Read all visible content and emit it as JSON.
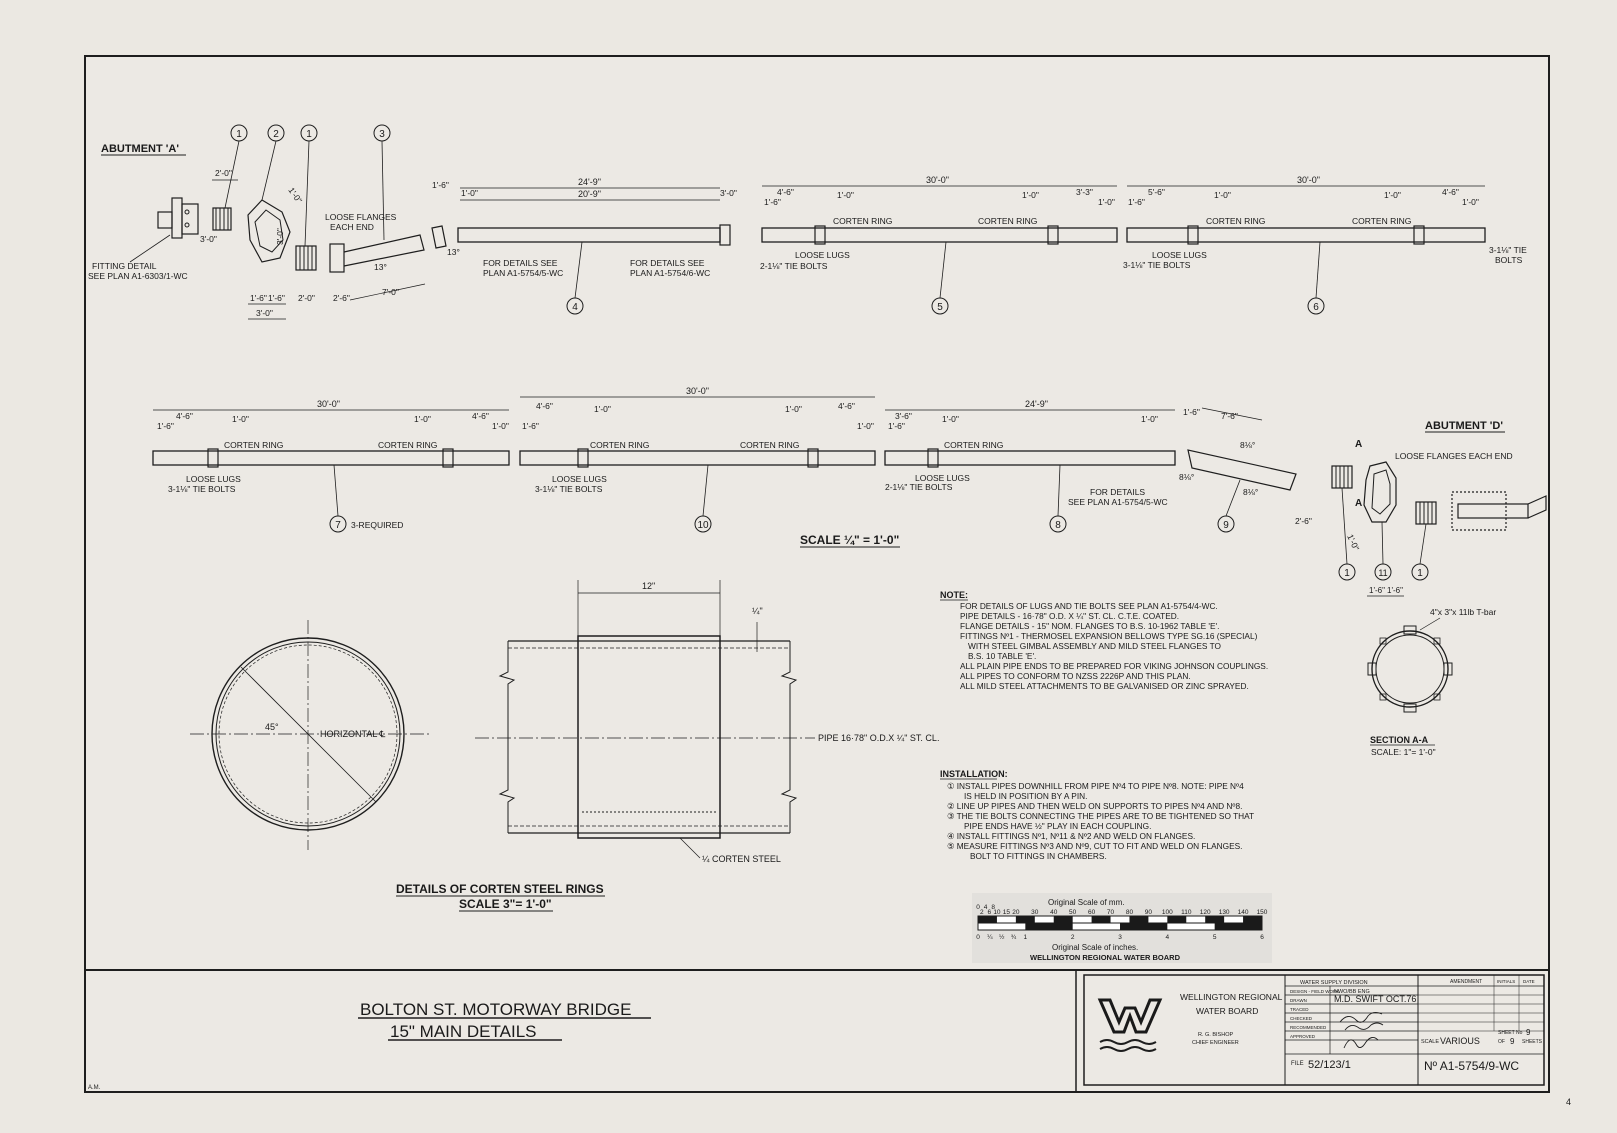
{
  "top_run": {
    "abutment_label": "ABUTMENT 'A'",
    "fitting_note_1": "FITTING DETAIL",
    "fitting_note_2": "SEE PLAN A1-6303/1-WC",
    "loose_flanges_1": "LOOSE FLANGES",
    "loose_flanges_2": "EACH END",
    "callouts": [
      "1",
      "2",
      "1",
      "3"
    ],
    "dims": [
      "2'-0\"",
      "1'-0\"",
      "3'-0\"",
      "3'-0\"",
      "1'-6\"",
      "1'-6\"",
      "3'-0\"",
      "2'-0\"",
      "2'-6\"",
      "7'-0\"",
      "13°",
      "13°",
      "1'-6\""
    ],
    "pipe4": {
      "len": "24'-9\"",
      "inner": "20'-9\"",
      "d1": "1'-0\"",
      "d2": "3'-0\"",
      "note1a": "FOR DETAILS SEE",
      "note1b": "PLAN A1-5754/5-WC",
      "note2a": "FOR DETAILS SEE",
      "note2b": "PLAN A1-5754/6-WC",
      "num": "4"
    },
    "pipe5": {
      "len": "30'-0\"",
      "d1": "4'-6\"",
      "d2": "1'-6\"",
      "d3": "1'-0\"",
      "d4": "1'-0\"",
      "d5": "3'-3\"",
      "d6": "1'-0\"",
      "ring1": "CORTEN RING",
      "ring2": "CORTEN RING",
      "lugs": "LOOSE LUGS",
      "bolts": "2-1⅛\" TIE BOLTS",
      "num": "5"
    },
    "pipe6": {
      "len": "30'-0\"",
      "d1": "5'-6\"",
      "d2": "1'-6\"",
      "d3": "1'-0\"",
      "d4": "1'-0\"",
      "d5": "4'-6\"",
      "d6": "1'-0\"",
      "ring1": "CORTEN RING",
      "ring2": "CORTEN RING",
      "lugs": "LOOSE LUGS",
      "bolts": "3-1⅛\" TIE BOLTS",
      "tie1": "3-1⅛\" TIE",
      "tie2": "BOLTS",
      "num": "6"
    }
  },
  "bottom_run": {
    "pipe7": {
      "len": "30'-0\"",
      "d1": "4'-6\"",
      "d2": "1'-6\"",
      "d3": "1'-0\"",
      "d4": "1'-0\"",
      "d5": "4'-6\"",
      "d6": "1'-0\"",
      "ring1": "CORTEN RING",
      "ring2": "CORTEN RING",
      "lugs": "LOOSE LUGS",
      "bolts": "3-1⅛\" TIE BOLTS",
      "num": "7",
      "req": "3-REQUIRED"
    },
    "pipe10": {
      "len": "30'-0\"",
      "d1": "4'-6\"",
      "d2": "1'-6\"",
      "d3": "1'-0\"",
      "d4": "1'-0\"",
      "d5": "4'-6\"",
      "d6": "1'-0\"",
      "ring1": "CORTEN RING",
      "ring2": "CORTEN RING",
      "lugs": "LOOSE LUGS",
      "bolts": "3-1⅛\" TIE BOLTS",
      "num": "10"
    },
    "pipe8": {
      "len": "24'-9\"",
      "d1": "3'-6\"",
      "d2": "1'-6\"",
      "d3": "1'-0\"",
      "d4": "1'-0\"",
      "ring1": "CORTEN RING",
      "lugs": "LOOSE LUGS",
      "bolts": "2-1⅛\" TIE BOLTS",
      "note1": "FOR DETAILS",
      "note2": "SEE PLAN A1-5754/5-WC",
      "num": "8"
    },
    "pipe9": {
      "len": "7'-6\"",
      "d1": "1'-6\"",
      "a1": "8⅛°",
      "a2": "8⅛°",
      "a3": "8⅛°",
      "num": "9"
    },
    "abutment_label": "ABUTMENT 'D'",
    "loose_flanges": "LOOSE FLANGES EACH END",
    "section_marks": [
      "A",
      "A"
    ],
    "dims": [
      "2'-6\"",
      "1'-0\"",
      "1'-6\"",
      "1'-6\""
    ],
    "callouts": [
      "1",
      "11",
      "1"
    ],
    "scale_note": "SCALE ¼\" = 1'-0\""
  },
  "rings": {
    "angle": "45°",
    "horizontal": "HORIZONTAL ℄",
    "width": "12\"",
    "thickness": "¼\"",
    "pipe_label": "PIPE 16·78\" O.D.X ¼\" ST. CL.",
    "steel_label": "¼ CORTEN STEEL",
    "title": "DETAILS OF CORTEN STEEL RINGS",
    "scale": "SCALE 3\"= 1'-0\""
  },
  "note": {
    "heading": "NOTE:",
    "lines": [
      "FOR DETAILS OF LUGS AND TIE BOLTS SEE PLAN A1-5754/4-WC.",
      "PIPE DETAILS - 16·78\" O.D. X ¼\" ST. CL. C.T.E. COATED.",
      "FLANGE DETAILS - 15\" NOM. FLANGES TO B.S. 10-1962 TABLE 'E'.",
      "FITTINGS Nº1 - THERMOSEL EXPANSION BELLOWS TYPE SG.16 (SPECIAL)",
      "WITH STEEL GIMBAL ASSEMBLY AND MILD STEEL FLANGES TO",
      "B.S. 10 TABLE 'E'.",
      "ALL PLAIN PIPE ENDS TO BE PREPARED FOR VIKING JOHNSON COUPLINGS.",
      "ALL PIPES TO CONFORM TO NZSS 2226P AND THIS PLAN.",
      "ALL MILD STEEL ATTACHMENTS TO BE GALVANISED OR ZINC SPRAYED."
    ]
  },
  "installation": {
    "heading": "INSTALLATION:",
    "lines": [
      "① INSTALL PIPES DOWNHILL FROM PIPE Nº4 TO PIPE Nº8. NOTE: PIPE Nº4",
      "IS HELD IN POSITION BY A PIN.",
      "② LINE UP PIPES AND THEN WELD ON SUPPORTS TO PIPES Nº4 AND Nº8.",
      "③ THE TIE BOLTS CONNECTING THE PIPES ARE TO BE TIGHTENED SO THAT",
      "PIPE ENDS HAVE ½\" PLAY IN EACH COUPLING.",
      "④ INSTALL FITTINGS Nº1, Nº11 & Nº2 AND WELD ON FLANGES.",
      "⑤ MEASURE FITTINGS Nº3 AND Nº9, CUT TO FIT AND WELD ON FLANGES.",
      "BOLT TO FITTINGS IN CHAMBERS."
    ]
  },
  "section": {
    "tbar": "4\"x 3\"x 11lb T-bar",
    "title": "SECTION A-A",
    "scale": "SCALE: 1\"= 1'-0\""
  },
  "scalebar": {
    "mm_label": "Original Scale of mm.",
    "mm_ticks": [
      "0",
      "2",
      "4",
      "6",
      "8",
      "10",
      "15",
      "20",
      "30",
      "40",
      "50",
      "60",
      "70",
      "80",
      "90",
      "100",
      "110",
      "120",
      "130",
      "140",
      "150"
    ],
    "in_ticks": [
      "0",
      "¼",
      "½",
      "¾",
      "1",
      "2",
      "3",
      "4",
      "5",
      "6"
    ],
    "in_label": "Original Scale of inches.",
    "org": "WELLINGTON REGIONAL WATER BOARD"
  },
  "title_block": {
    "title1": "BOLTON ST. MOTORWAY BRIDGE",
    "title2": "15\" MAIN DETAILS",
    "org1": "WELLINGTON REGIONAL",
    "org2": "WATER BOARD",
    "eng1": "R. G. BISHOP",
    "eng2": "CHIEF ENGINEER",
    "division": "WATER SUPPLY DIVISION",
    "amendment": "AMENDMENT",
    "initials": "INITIALS",
    "date": "DATE",
    "rows": [
      "DESIGN - FIELD WORK",
      "DRAWN",
      "TRACED",
      "CHECKED",
      "RECOMMENDED",
      "APPROVED"
    ],
    "design_val": "NWO/BB ENG",
    "drawn_val": "M.D. SWIFT OCT.76",
    "file_label": "FILE",
    "file_val": "52/123/1",
    "scale_label": "SCALE",
    "scale_val": "VARIOUS",
    "sheet_no_label": "SHEET No",
    "sheet_no": "9",
    "of_label": "OF",
    "of_val": "9",
    "sheets_label": "SHEETS",
    "plan_no": "Nº A1-5754/9-WC",
    "am": "A.M.",
    "corner": "4"
  }
}
